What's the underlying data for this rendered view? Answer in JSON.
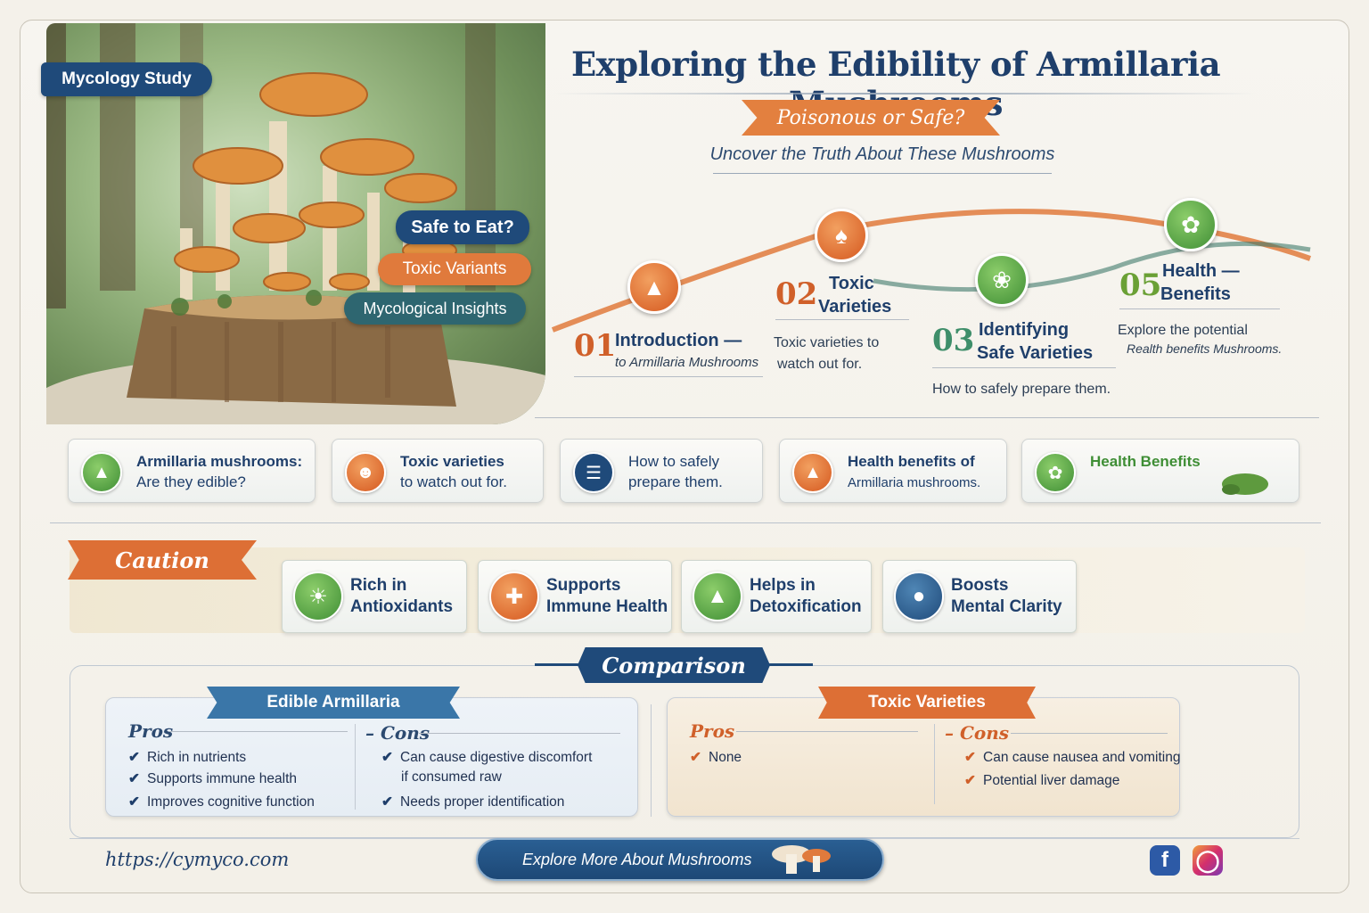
{
  "badge": "Mycology Study",
  "title": "Exploring the Edibility of Armillaria Mushrooms",
  "ribbon": "Poisonous or Safe?",
  "subtitle": "Uncover the Truth About These Mushrooms",
  "tags": {
    "safe": "Safe to Eat?",
    "toxic": "Toxic Variants",
    "myco": "Mycological Insights"
  },
  "steps": [
    {
      "num": "01",
      "title": "Introduction —",
      "sub": "to Armillaria Mushrooms",
      "icon": "mushroom-icon"
    },
    {
      "num": "02",
      "title": "Toxic",
      "title2": "Varieties",
      "sub": "Toxic varieties to",
      "sub2": "watch out for.",
      "icon": "skull-icon"
    },
    {
      "num": "03",
      "title": "Identifying",
      "title2": "Safe Varieties",
      "sub": "How to safely prepare them.",
      "icon": "leaf-icon"
    },
    {
      "num": "05",
      "title": "Health —",
      "title2": "Benefits",
      "sub": "Explore the potential",
      "sub2": "Realth benefits Mushrooms.",
      "icon": "sprout-icon"
    }
  ],
  "cards": [
    {
      "l1": "Armillaria mushrooms:",
      "l2": "Are they edible?",
      "icon": "mushroom-icon"
    },
    {
      "l1": "Toxic varieties",
      "l2": "to watch out for.",
      "icon": "warning-face-icon"
    },
    {
      "l1": "How to safely",
      "l2": "prepare them.",
      "icon": "book-icon"
    },
    {
      "l1": "Health benefits of",
      "l2": "Armillaria mushrooms.",
      "icon": "mushroom-icon"
    },
    {
      "l1": "Health Benefits",
      "l2": "",
      "icon": "sprout-icon"
    }
  ],
  "caution": "Caution",
  "benefits": [
    {
      "l1": "Rich in",
      "l2": "Antioxidants",
      "icon": "sun-sprout-icon"
    },
    {
      "l1": "Supports",
      "l2": "Immune Health",
      "icon": "immune-icon"
    },
    {
      "l1": "Helps in",
      "l2": "Detoxification",
      "icon": "detox-icon"
    },
    {
      "l1": "Boosts",
      "l2": "Mental Clarity",
      "icon": "brain-icon"
    }
  ],
  "comparison": {
    "title": "Comparison",
    "edible": {
      "head": "Edible Armillaria",
      "pros_label": "Pros",
      "cons_label": "Cons",
      "pros": [
        "Rich in nutrients",
        "Supports immune health",
        "Improves cognitive function"
      ],
      "cons": [
        "Can cause digestive discomfort",
        "if consumed raw",
        "Needs proper identification"
      ]
    },
    "toxic": {
      "head": "Toxic Varieties",
      "pros_label": "Pros",
      "cons_label": "Cons",
      "pros": [
        "None"
      ],
      "cons": [
        "Can cause nausea and vomiting",
        "Potential liver damage"
      ]
    }
  },
  "footer": {
    "url": "https://cymyco.com",
    "cta": "Explore More About Mushrooms"
  },
  "colors": {
    "navy": "#1f4a7a",
    "orange": "#dd6f35",
    "green": "#3f8e35",
    "teal": "#2e6670"
  }
}
